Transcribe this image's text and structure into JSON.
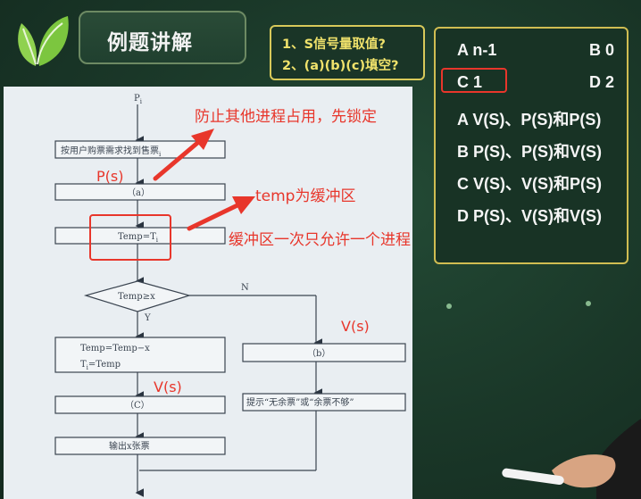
{
  "header": {
    "title": "例题讲解"
  },
  "questions": [
    "1、S信号量取值?",
    "2、(a)(b)(c)填空?"
  ],
  "options": {
    "q1": [
      {
        "label": "A n-1"
      },
      {
        "label": "B 0"
      },
      {
        "label": "C 1"
      },
      {
        "label": "D 2"
      }
    ],
    "q2": [
      {
        "label": "A V(S)、P(S)和P(S)"
      },
      {
        "label": "B P(S)、P(S)和V(S)"
      },
      {
        "label": "C V(S)、V(S)和P(S)"
      },
      {
        "label": "D P(S)、V(S)和V(S)"
      }
    ]
  },
  "flowchart": {
    "start": "P",
    "start_sub": "i",
    "box1": "按用户购票需求找到售票",
    "box1_sub": "i",
    "box_a": "（a）",
    "temp_assign": "Temp=T",
    "temp_assign_sub": "i",
    "decision": "Temp≥x",
    "yes_label": "Y",
    "no_label": "N",
    "update_line1": "Temp=Temp−x",
    "update_line2": "T",
    "update_line2_sub": "i",
    "update_line2_rest": "=Temp",
    "box_c": "（C）",
    "box_b": "（b）",
    "output": "输出x张票",
    "prompt": "提示“无余票”或“余票不够”"
  },
  "annotations": {
    "lock": "防止其他进程占用，先锁定",
    "ps": "P(s)",
    "temp_buffer": "temp为缓冲区",
    "buffer_one": "缓冲区一次只允许一个进程",
    "vs_b": "V(s)",
    "vs_c": "V(s)"
  },
  "colors": {
    "annotation_red": "#e8362b",
    "question_yellow": "#f0e26b",
    "board_green": "#1c3a2a",
    "box_border": "#d0bd52"
  },
  "icons": [
    "leaf-logo-icon"
  ]
}
